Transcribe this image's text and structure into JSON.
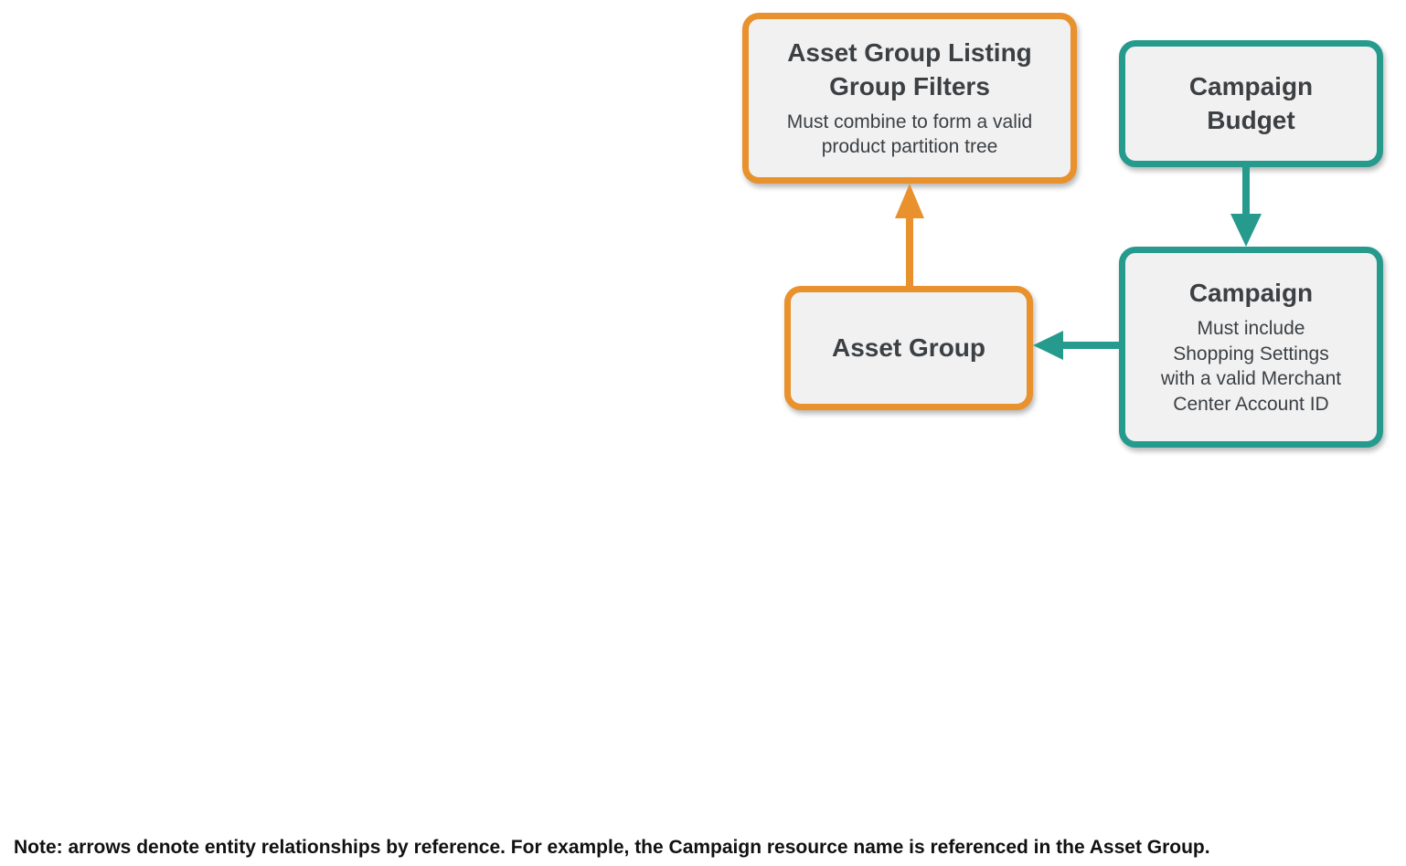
{
  "colors": {
    "orange_accent": "#E8912D",
    "teal_accent": "#269B8D",
    "box_fill": "#F1F1F2",
    "title_text": "#3C4043",
    "note_text": "#111111"
  },
  "boxes": {
    "listing_group_filters": {
      "title": "Asset Group Listing\nGroup Filters",
      "subtitle": "Must combine to form a valid\nproduct partition tree",
      "accent": "orange"
    },
    "campaign_budget": {
      "title": "Campaign\nBudget",
      "accent": "teal"
    },
    "asset_group": {
      "title": "Asset Group",
      "accent": "orange"
    },
    "campaign": {
      "title": "Campaign",
      "subtitle": "Must include\nShopping Settings\nwith a valid Merchant\nCenter Account ID",
      "accent": "teal"
    }
  },
  "arrows": [
    {
      "from": "asset_group",
      "to": "listing_group_filters",
      "color": "#E8912D",
      "direction": "up"
    },
    {
      "from": "campaign_budget",
      "to": "campaign",
      "color": "#269B8D",
      "direction": "down"
    },
    {
      "from": "campaign",
      "to": "asset_group",
      "color": "#269B8D",
      "direction": "left"
    }
  ],
  "note": "Note: arrows denote entity relationships by reference. For example, the Campaign resource name is referenced in the Asset Group."
}
